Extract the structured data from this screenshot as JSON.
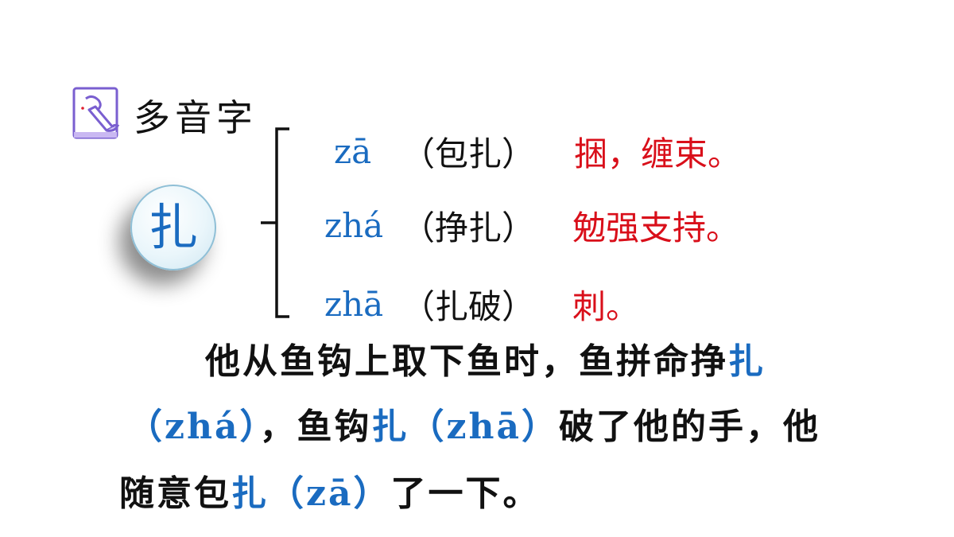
{
  "header": {
    "title": "多音字",
    "icon": "pen-notebook-icon",
    "icon_color": "#6a5acd"
  },
  "character": {
    "char": "扎",
    "color": "#1a6bc0"
  },
  "readings": [
    {
      "pinyin": "zā",
      "word": "（包扎）",
      "meaning": "捆，缠束。"
    },
    {
      "pinyin": "zhá",
      "word": "（挣扎）",
      "meaning": "勉强支持。"
    },
    {
      "pinyin": "zhā",
      "word": "（扎破）",
      "meaning": "刺。"
    }
  ],
  "sentence": {
    "line1": {
      "t1": "他从鱼钩上取下鱼时，鱼拼命挣",
      "h1": "扎"
    },
    "line2": {
      "h1": "（zhá）",
      "t1": "，鱼钩",
      "h2": "扎（zhā）",
      "t2": "破了他的手，他"
    },
    "line3": {
      "t1": "随意包",
      "h1": "扎（zā）",
      "t2": "了一下。"
    }
  },
  "colors": {
    "pinyin": "#1a6bc0",
    "meaning": "#d90f1a",
    "text": "#111111"
  }
}
